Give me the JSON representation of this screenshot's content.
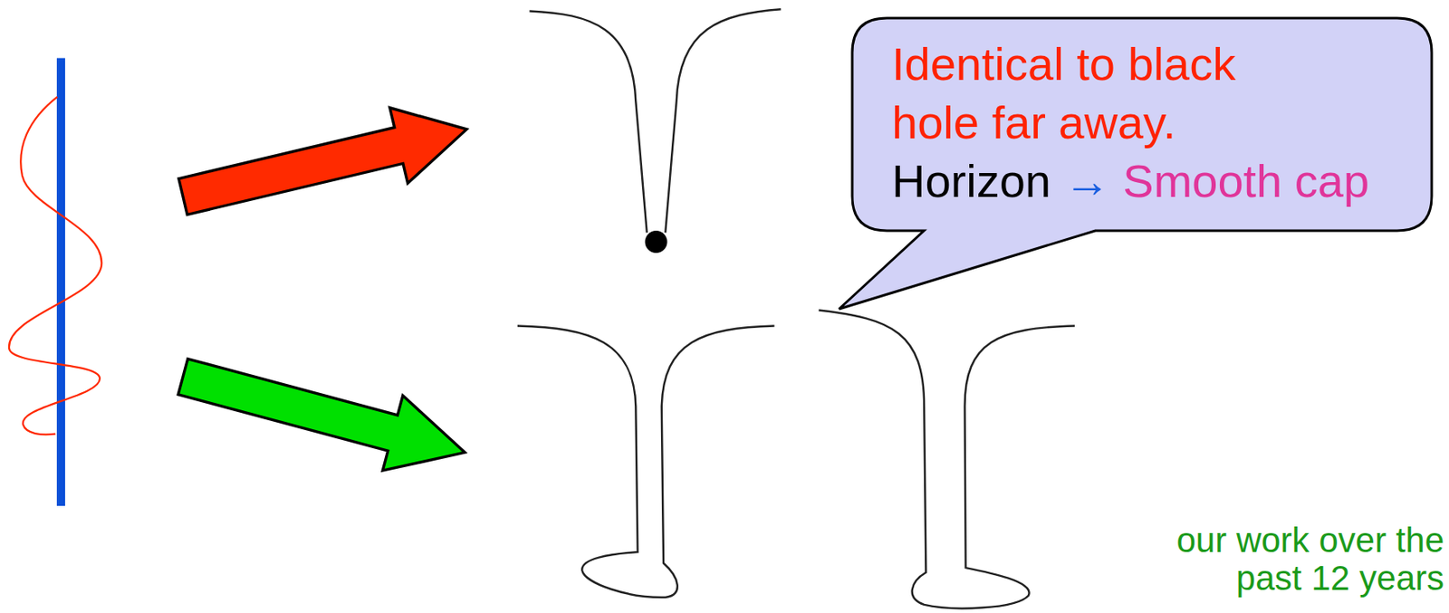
{
  "diagram": {
    "nodes": [
      {
        "text": [
          "Identical to black hole far away.",
          "Horizon",
          "→",
          "Smooth cap"
        ]
      }
    ],
    "labels": [
      "our work over the past 12 years"
    ]
  }
}
